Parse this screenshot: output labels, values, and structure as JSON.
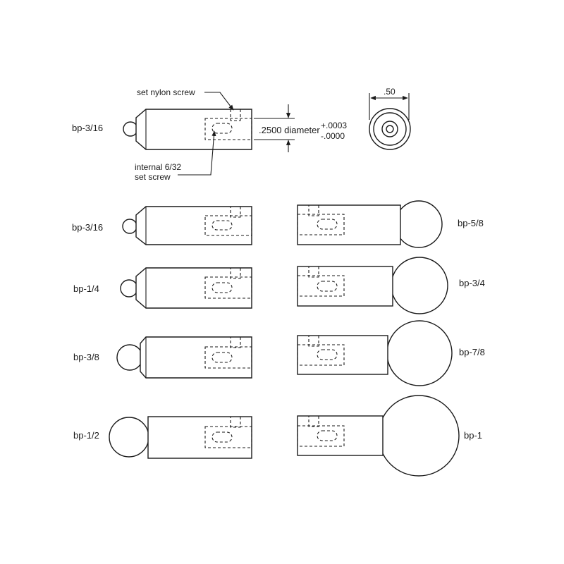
{
  "drawing": {
    "detail": {
      "label": "bp-3/16",
      "callout_nylon": "set nylon screw",
      "callout_internal_line1": "internal 6/32",
      "callout_internal_line2": "set screw",
      "dimension_diameter": ".2500 diameter",
      "tolerance_plus": "+.0003",
      "tolerance_minus": "-.0000",
      "end_view_width": ".50"
    },
    "parts_left": [
      {
        "label": "bp-3/16"
      },
      {
        "label": "bp-1/4"
      },
      {
        "label": "bp-3/8"
      },
      {
        "label": "bp-1/2"
      }
    ],
    "parts_right": [
      {
        "label": "bp-5/8"
      },
      {
        "label": "bp-3/4"
      },
      {
        "label": "bp-7/8"
      },
      {
        "label": "bp-1"
      }
    ]
  }
}
